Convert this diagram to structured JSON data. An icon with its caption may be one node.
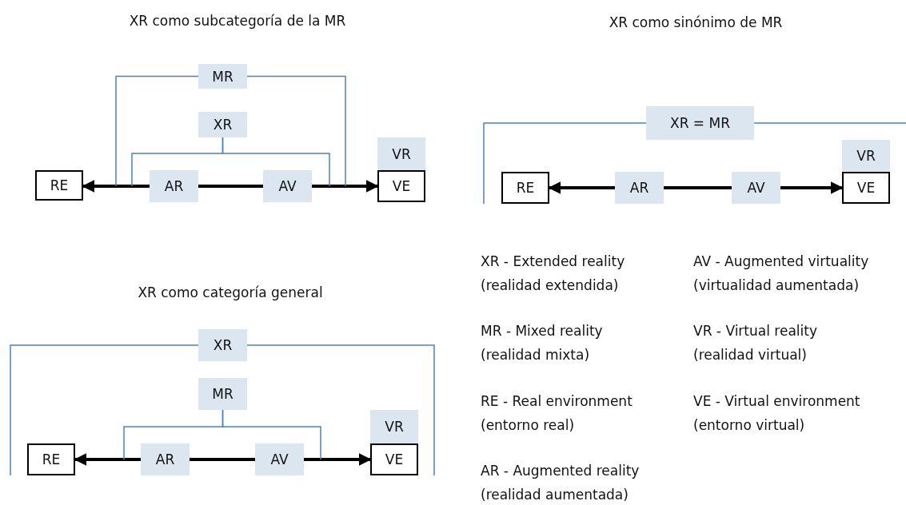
{
  "diagram": {
    "nodes": [
      {
        "text": [
          "MR"
        ]
      },
      {
        "text": [
          "XR"
        ]
      },
      {
        "text": [
          "VR"
        ]
      },
      {
        "text": [
          "RE"
        ]
      },
      {
        "text": [
          "AR"
        ]
      },
      {
        "text": [
          "AV"
        ]
      },
      {
        "text": [
          "VE"
        ]
      },
      {
        "text": [
          "XR = MR"
        ]
      },
      {
        "text": [
          "VR"
        ]
      },
      {
        "text": [
          "RE"
        ]
      },
      {
        "text": [
          "AR"
        ]
      },
      {
        "text": [
          "AV"
        ]
      },
      {
        "text": [
          "VE"
        ]
      },
      {
        "text": [
          "XR"
        ]
      },
      {
        "text": [
          "MR"
        ]
      },
      {
        "text": [
          "VR"
        ]
      },
      {
        "text": [
          "RE"
        ]
      },
      {
        "text": [
          "AR"
        ]
      },
      {
        "text": [
          "AV"
        ]
      },
      {
        "text": [
          "VE"
        ]
      }
    ],
    "edges": [
      {
        "from": 4,
        "to": 3,
        "arrow": "to",
        "style": "thick",
        "color": "#000000"
      },
      {
        "from": 4,
        "to": 5,
        "arrow": "none",
        "style": "thick",
        "color": "#000000"
      },
      {
        "from": 5,
        "to": 6,
        "arrow": "to",
        "style": "thick",
        "color": "#000000"
      },
      {
        "from": 10,
        "to": 9,
        "arrow": "to",
        "style": "thick",
        "color": "#000000"
      },
      {
        "from": 10,
        "to": 11,
        "arrow": "none",
        "style": "thick",
        "color": "#000000"
      },
      {
        "from": 11,
        "to": 12,
        "arrow": "to",
        "style": "thick",
        "color": "#000000"
      },
      {
        "from": 17,
        "to": 16,
        "arrow": "to",
        "style": "thick",
        "color": "#000000"
      },
      {
        "from": 17,
        "to": 18,
        "arrow": "none",
        "style": "thick",
        "color": "#000000"
      },
      {
        "from": 18,
        "to": 19,
        "arrow": "to",
        "style": "thick",
        "color": "#000000"
      },
      {
        "from": 0,
        "to": null,
        "arrow": "none"
      },
      {
        "from": 0,
        "to": null,
        "arrow": "none"
      },
      {
        "from": 1,
        "to": null,
        "arrow": "none"
      },
      {
        "from": 1,
        "to": null,
        "arrow": "none"
      },
      {
        "from": 7,
        "to": null,
        "arrow": "none"
      },
      {
        "from": 7,
        "to": null,
        "arrow": "none"
      },
      {
        "from": 13,
        "to": null,
        "arrow": "none"
      },
      {
        "from": 13,
        "to": null,
        "arrow": "none"
      },
      {
        "from": 14,
        "to": null,
        "arrow": "none"
      },
      {
        "from": 14,
        "to": null,
        "arrow": "none"
      }
    ],
    "labels": [
      "XR como subcategoría de la MR",
      "XR como sinónimo de MR",
      "XR como categoría general",
      "XR - Extended reality",
      "(realidad extendida)",
      "AV - Augmented virtuality",
      "(virtualidad aumentada)",
      "MR - Mixed reality",
      "(realidad mixta)",
      "VR - Virtual reality",
      "(realidad virtual)",
      "RE - Real environment",
      "(entorno real)",
      "VE - Virtual environment",
      "(entorno virtual)",
      "AR - Augmented reality",
      "(realidad aumentada)"
    ]
  }
}
